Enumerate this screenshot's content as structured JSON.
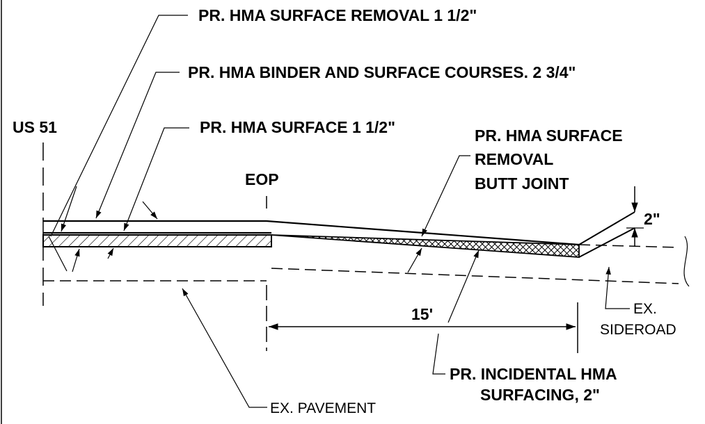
{
  "labels": {
    "surface_removal": "PR. HMA SURFACE REMOVAL 1 1/2\"",
    "binder_surface": "PR. HMA BINDER AND SURFACE COURSES. 2 3/4\"",
    "surface": "PR. HMA SURFACE 1 1/2\"",
    "route": "US 51",
    "eop": "EOP",
    "butt_joint_line1": "PR. HMA SURFACE",
    "butt_joint_line2": "REMOVAL",
    "butt_joint_line3": "BUTT JOINT",
    "depth": "2\"",
    "length": "15'",
    "ex_sideroad_line1": "EX.",
    "ex_sideroad_line2": "SIDEROAD",
    "incidental_line1": "PR. INCIDENTAL HMA",
    "incidental_line2": "SURFACING, 2\"",
    "ex_pavement": "EX. PAVEMENT"
  }
}
